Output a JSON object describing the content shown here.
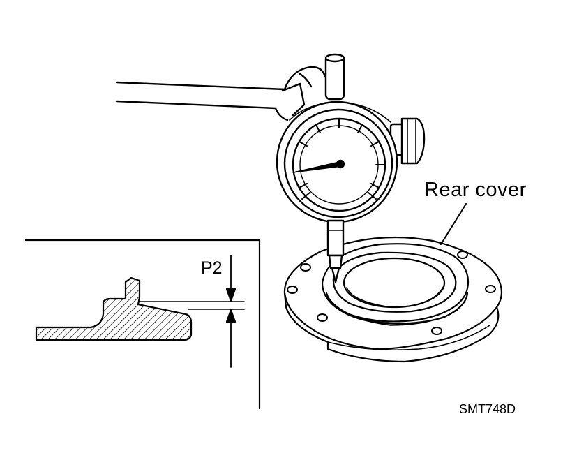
{
  "labels": {
    "rear_cover": "Rear cover",
    "p2": "P2",
    "figure_code": "SMT748D"
  },
  "colors": {
    "ink": "#000000",
    "paper": "#ffffff"
  },
  "gauge": {
    "dial_ticks": 12
  }
}
